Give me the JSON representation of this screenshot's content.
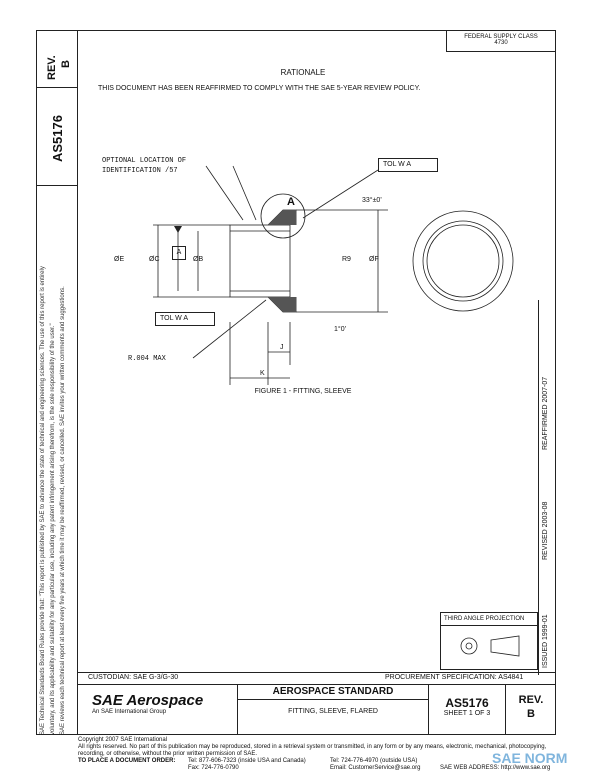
{
  "header": {
    "rev_label": "REV.",
    "rev_value": "B",
    "doc_number": "AS5176",
    "fsc_label": "FEDERAL SUPPLY CLASS",
    "fsc_value": "4730"
  },
  "rationale": {
    "title": "RATIONALE",
    "text": "THIS DOCUMENT HAS BEEN REAFFIRMED TO COMPLY WITH THE SAE 5-YEAR REVIEW POLICY."
  },
  "drawing": {
    "optional_location_line1": "OPTIONAL LOCATION OF",
    "optional_location_line2": "IDENTIFICATION /57",
    "view_label": "A",
    "angle": "33°±0'",
    "tol_w_a": "TOL W A",
    "dim_b": "ØB",
    "dim_c": "ØC",
    "dim_e": "ØE",
    "dim_f": "ØF",
    "dim_r9": "R9",
    "dim_j": "J",
    "dim_k": "K",
    "dim_angle2": "1°0'",
    "radius_note": "R.004 MAX",
    "datum_a": "A",
    "figure_caption": "FIGURE 1 - FITTING, SLEEVE"
  },
  "side_notes": {
    "line1": "SAE Technical Standards Board Rules provide that: \"This report is published by SAE to advance the state of technical and engineering sciences. The use of this report is entirely",
    "line2": "voluntary, and its applicability and suitability for any particular use, including any patent infringement arising therefrom, is the sole responsibility of the user.\"",
    "line3": "SAE reviews each technical report at least every five years at which time it may be reaffirmed, revised, or cancelled. SAE invites your written comments and suggestions."
  },
  "right_vertical": {
    "issued": "ISSUED 1999-01",
    "revised": "REVISED 2003-08",
    "reaffirmed": "REAFFIRMED 2007-07"
  },
  "projection": {
    "label": "THIRD ANGLE PROJECTION"
  },
  "footer": {
    "custodian": "CUSTODIAN:  SAE G-3/G-30",
    "procurement": "PROCUREMENT SPECIFICATION:  AS4841",
    "brand": "SAE Aerospace",
    "brand_sub": "An SAE International Group",
    "standard_title": "AEROSPACE STANDARD",
    "part_title": "FITTING, SLEEVE, FLARED",
    "doc_number": "AS5176",
    "sheet": "SHEET 1 OF 3",
    "rev_label": "REV.",
    "rev_value": "B",
    "copyright": "Copyright 2007 SAE International",
    "rights": "All rights reserved. No part of this publication may be reproduced, stored in a retrieval system or transmitted, in any form or by any means, electronic, mechanical, photocopying,",
    "rights2": "recording, or otherwise, without the prior written permission of SAE.",
    "order_label": "TO PLACE A DOCUMENT ORDER:",
    "tel1": "Tel: 877-606-7323 (inside USA and Canada)",
    "tel2": "Tel: 724-776-4970 (outside USA)",
    "fax": "Fax: 724-776-0790",
    "email": "Email: CustomerService@sae.org",
    "web": "SAE WEB ADDRESS: http://www.sae.org"
  },
  "watermark": {
    "text": "SAE NORM"
  }
}
